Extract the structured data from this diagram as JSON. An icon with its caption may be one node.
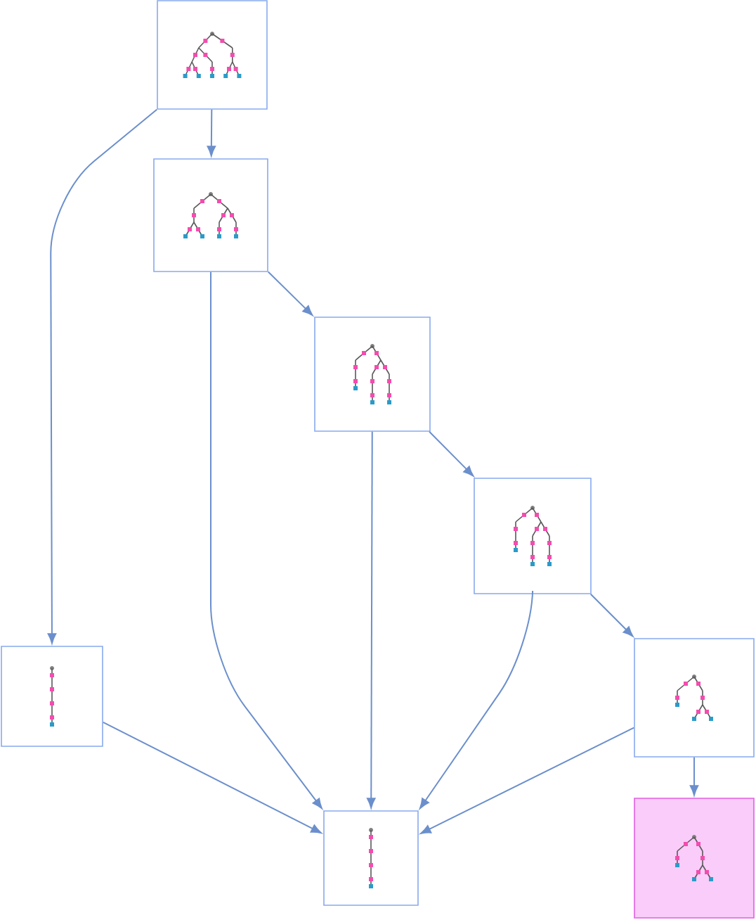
{
  "diagram": {
    "nodes": [
      {
        "text": [],
        "shape": "box"
      },
      {
        "text": [],
        "shape": "box"
      },
      {
        "text": [],
        "shape": "box"
      },
      {
        "text": [],
        "shape": "box"
      },
      {
        "text": [],
        "shape": "box"
      },
      {
        "text": [],
        "shape": "box"
      },
      {
        "text": [],
        "shape": "box"
      },
      {
        "text": [],
        "shape": "box"
      }
    ],
    "edges": [
      {
        "from": 0,
        "to": 1,
        "arrow": "to"
      },
      {
        "from": 0,
        "to": 4,
        "arrow": "to"
      },
      {
        "from": 1,
        "to": 2,
        "arrow": "to"
      },
      {
        "from": 1,
        "to": 6,
        "arrow": "to"
      },
      {
        "from": 2,
        "to": 3,
        "arrow": "to"
      },
      {
        "from": 2,
        "to": 6,
        "arrow": "to"
      },
      {
        "from": 3,
        "to": 5,
        "arrow": "to"
      },
      {
        "from": 3,
        "to": 6,
        "arrow": "to"
      },
      {
        "from": 4,
        "to": 6,
        "arrow": "to"
      },
      {
        "from": 5,
        "to": 6,
        "arrow": "to"
      },
      {
        "from": 5,
        "to": 7,
        "arrow": "to"
      }
    ]
  }
}
